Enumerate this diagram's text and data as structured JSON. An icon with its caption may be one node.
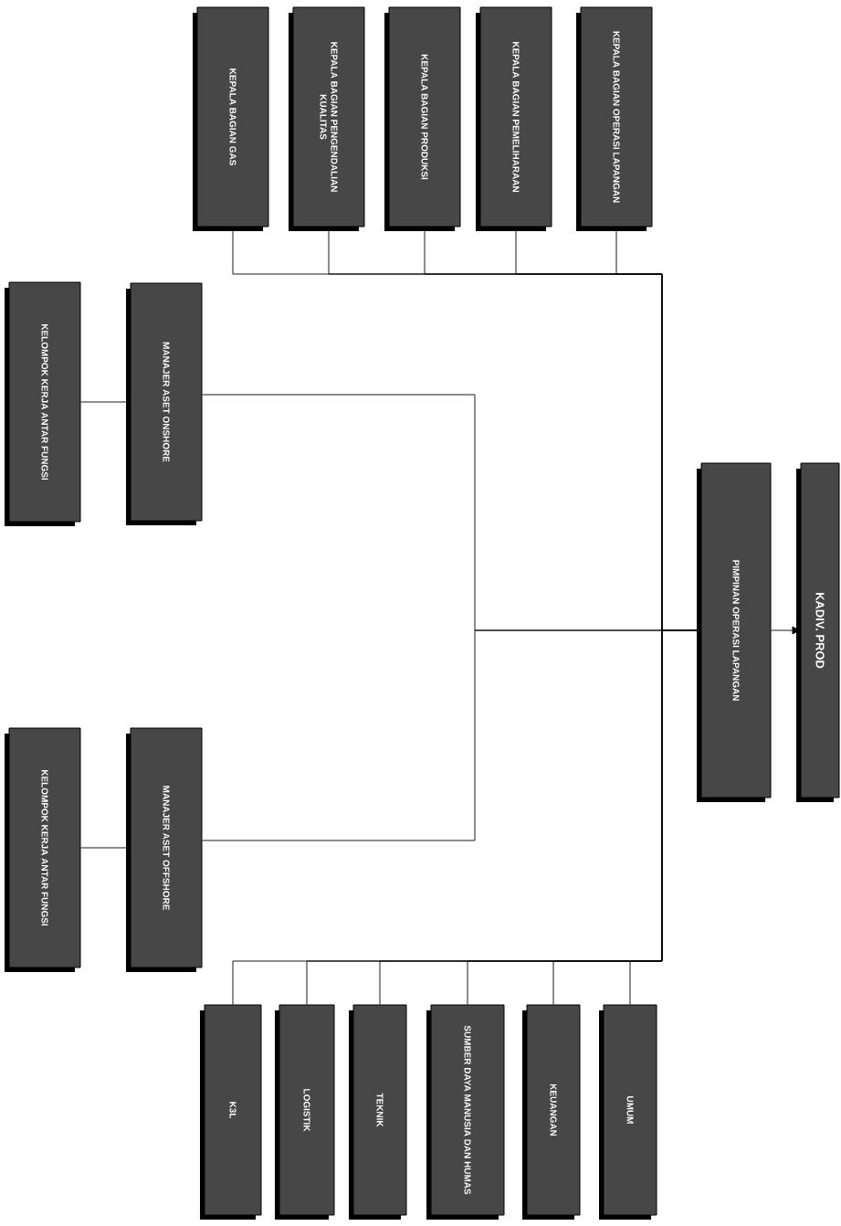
{
  "diagram": {
    "nodes": [
      {
        "text": [
          "KEPALA BAGIAN GAS"
        ]
      },
      {
        "text": [
          "KEPALA BAGIAN PENGENDALIAN KUALITAS"
        ]
      },
      {
        "text": [
          "KEPALA BAGIAN PRODUKSI"
        ]
      },
      {
        "text": [
          "KEPALA BAGIAN PEMELIHARAAN"
        ]
      },
      {
        "text": [
          "KEPALA BAGIAN OPERASI LAPANGAN"
        ]
      },
      {
        "text": [
          "KELOMPOK KERJA ANTAR FUNGSI"
        ]
      },
      {
        "text": [
          "MANAJER ASET ONSHORE"
        ]
      },
      {
        "text": [
          "PIMPINAN OPERASI LAPANGAN"
        ]
      },
      {
        "text": [
          "KADIV. PROD"
        ]
      },
      {
        "text": [
          "KELOMPOK KERJA ANTAR FUNGSI"
        ]
      },
      {
        "text": [
          "MANAJER ASET OFFSHORE"
        ]
      },
      {
        "text": [
          "K3L"
        ]
      },
      {
        "text": [
          "LOGISTIK"
        ]
      },
      {
        "text": [
          "TEKNIK"
        ]
      },
      {
        "text": [
          "SUMBER DAYA MANUSIA DAN HUMAS"
        ]
      },
      {
        "text": [
          "KEUANGAN"
        ]
      },
      {
        "text": [
          "UMUM"
        ]
      }
    ],
    "edges": [
      {
        "from": 7,
        "to": 8,
        "arrow": "to"
      },
      {
        "from": 7,
        "to": 0,
        "arrow": "none"
      },
      {
        "from": 7,
        "to": 1,
        "arrow": "none"
      },
      {
        "from": 7,
        "to": 2,
        "arrow": "none"
      },
      {
        "from": 7,
        "to": 3,
        "arrow": "none"
      },
      {
        "from": 7,
        "to": 4,
        "arrow": "none"
      },
      {
        "from": 7,
        "to": 6,
        "arrow": "none"
      },
      {
        "from": 7,
        "to": 10,
        "arrow": "none"
      },
      {
        "from": 6,
        "to": 5,
        "arrow": "none"
      },
      {
        "from": 10,
        "to": 9,
        "arrow": "none"
      },
      {
        "from": 7,
        "to": 11,
        "arrow": "none"
      },
      {
        "from": 7,
        "to": 12,
        "arrow": "none"
      },
      {
        "from": 7,
        "to": 13,
        "arrow": "none"
      },
      {
        "from": 7,
        "to": 14,
        "arrow": "none"
      },
      {
        "from": 7,
        "to": 15,
        "arrow": "none"
      },
      {
        "from": 7,
        "to": 16,
        "arrow": "none"
      }
    ]
  }
}
